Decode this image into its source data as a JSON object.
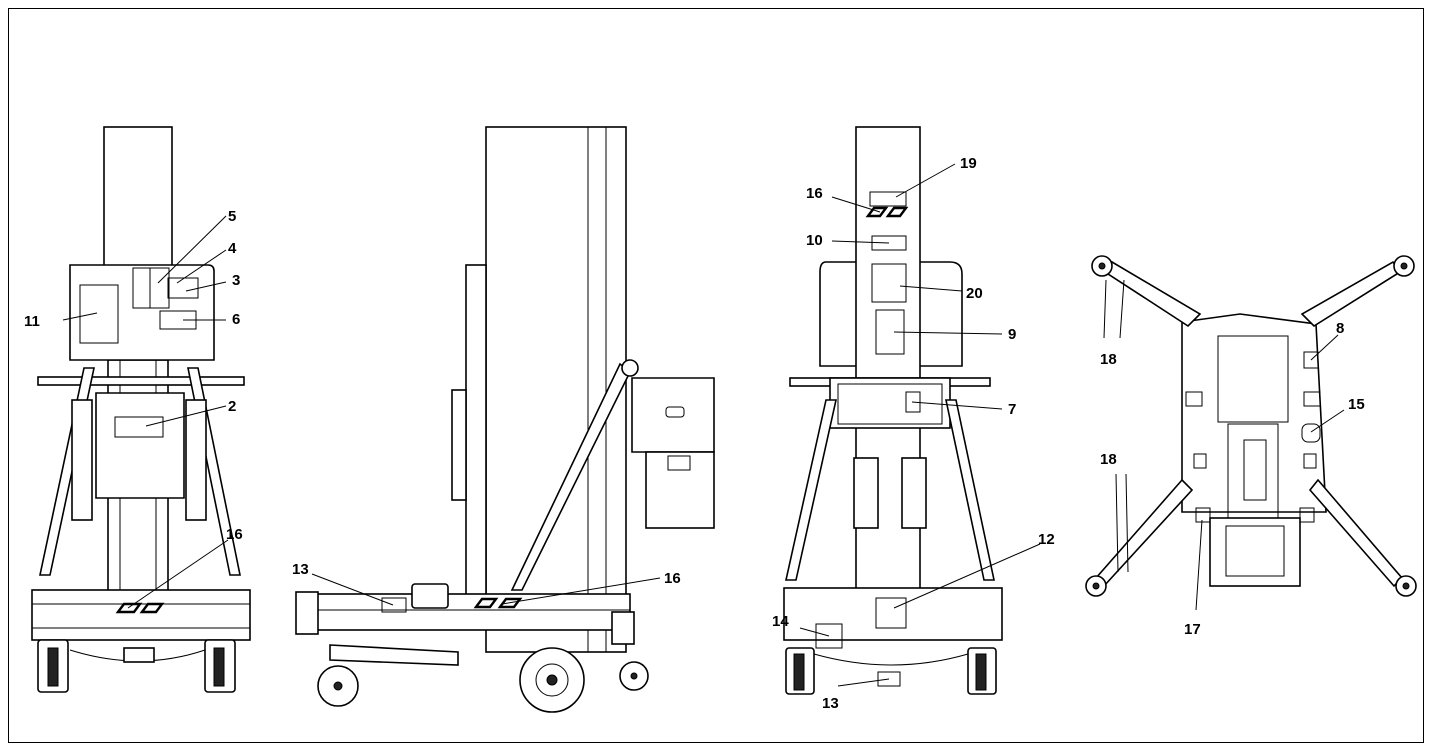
{
  "callouts": {
    "c2": "2",
    "c3": "3",
    "c4": "4",
    "c5": "5",
    "c6": "6",
    "c7": "7",
    "c8": "8",
    "c9": "9",
    "c10": "10",
    "c11": "11",
    "c12": "12",
    "c13a": "13",
    "c13b": "13",
    "c14": "14",
    "c15": "15",
    "c16a": "16",
    "c16b": "16",
    "c16c": "16",
    "c17": "17",
    "c18a": "18",
    "c18b": "18",
    "c19": "19",
    "c20": "20"
  }
}
